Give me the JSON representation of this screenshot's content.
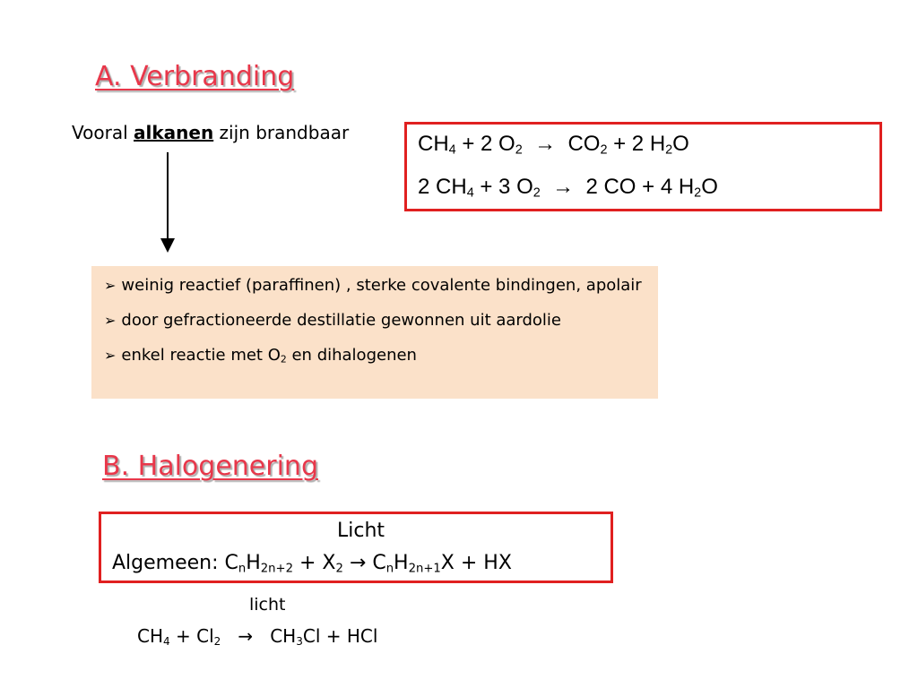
{
  "section_a": {
    "heading": "A. Verbranding",
    "intro_pre": "Vooral ",
    "intro_bold": "alkanen",
    "intro_post": " zijn brandbaar"
  },
  "combustion": {
    "eq1": {
      "r1": "CH",
      "r1_sub": "4",
      "plus1": " + 2 O",
      "r2_sub": "2",
      "arrow": "→",
      "p1": "CO",
      "p1_sub": "2",
      "plus2": " + 2 H",
      "p2_sub": "2",
      "p2_tail": "O"
    },
    "eq2": {
      "r1": "2 CH",
      "r1_sub": "4",
      "plus1": " + 3 O",
      "r2_sub": "2",
      "arrow": "→",
      "p1": "2 CO",
      "plus2": " + 4 H",
      "p2_sub": "2",
      "p2_tail": "O"
    }
  },
  "properties": {
    "bullet_mark": "➢",
    "items": [
      "weinig reactief (paraffinen) , sterke covalente bindingen, apolair",
      "door gefractioneerde destillatie gewonnen uit aardolie"
    ],
    "item3_pre": "enkel reactie met O",
    "item3_sub": "2",
    "item3_post": " en dihalogenen"
  },
  "section_b": {
    "heading": "B. Halogenering",
    "licht_top": "Licht",
    "general": {
      "label": "Algemeen: C",
      "s1": "n",
      "t1": "H",
      "s2": "2n+2",
      "t2": " + X",
      "s3": "2",
      "arrow": "→",
      "t3": "C",
      "s4": "n",
      "t4": "H",
      "s5": "2n+1",
      "t5": "X + HX"
    },
    "licht_bottom": "licht",
    "example": {
      "r1": "CH",
      "r1_sub": "4",
      "plus1": " + Cl",
      "r2_sub": "2",
      "arrow": "→",
      "p1": "CH",
      "p1_sub": "3",
      "p1_tail": "Cl",
      "plus2": " + HCl"
    }
  },
  "colors": {
    "heading": "#e8374a",
    "box_border": "#e02020",
    "props_bg": "#fbe1c9"
  }
}
